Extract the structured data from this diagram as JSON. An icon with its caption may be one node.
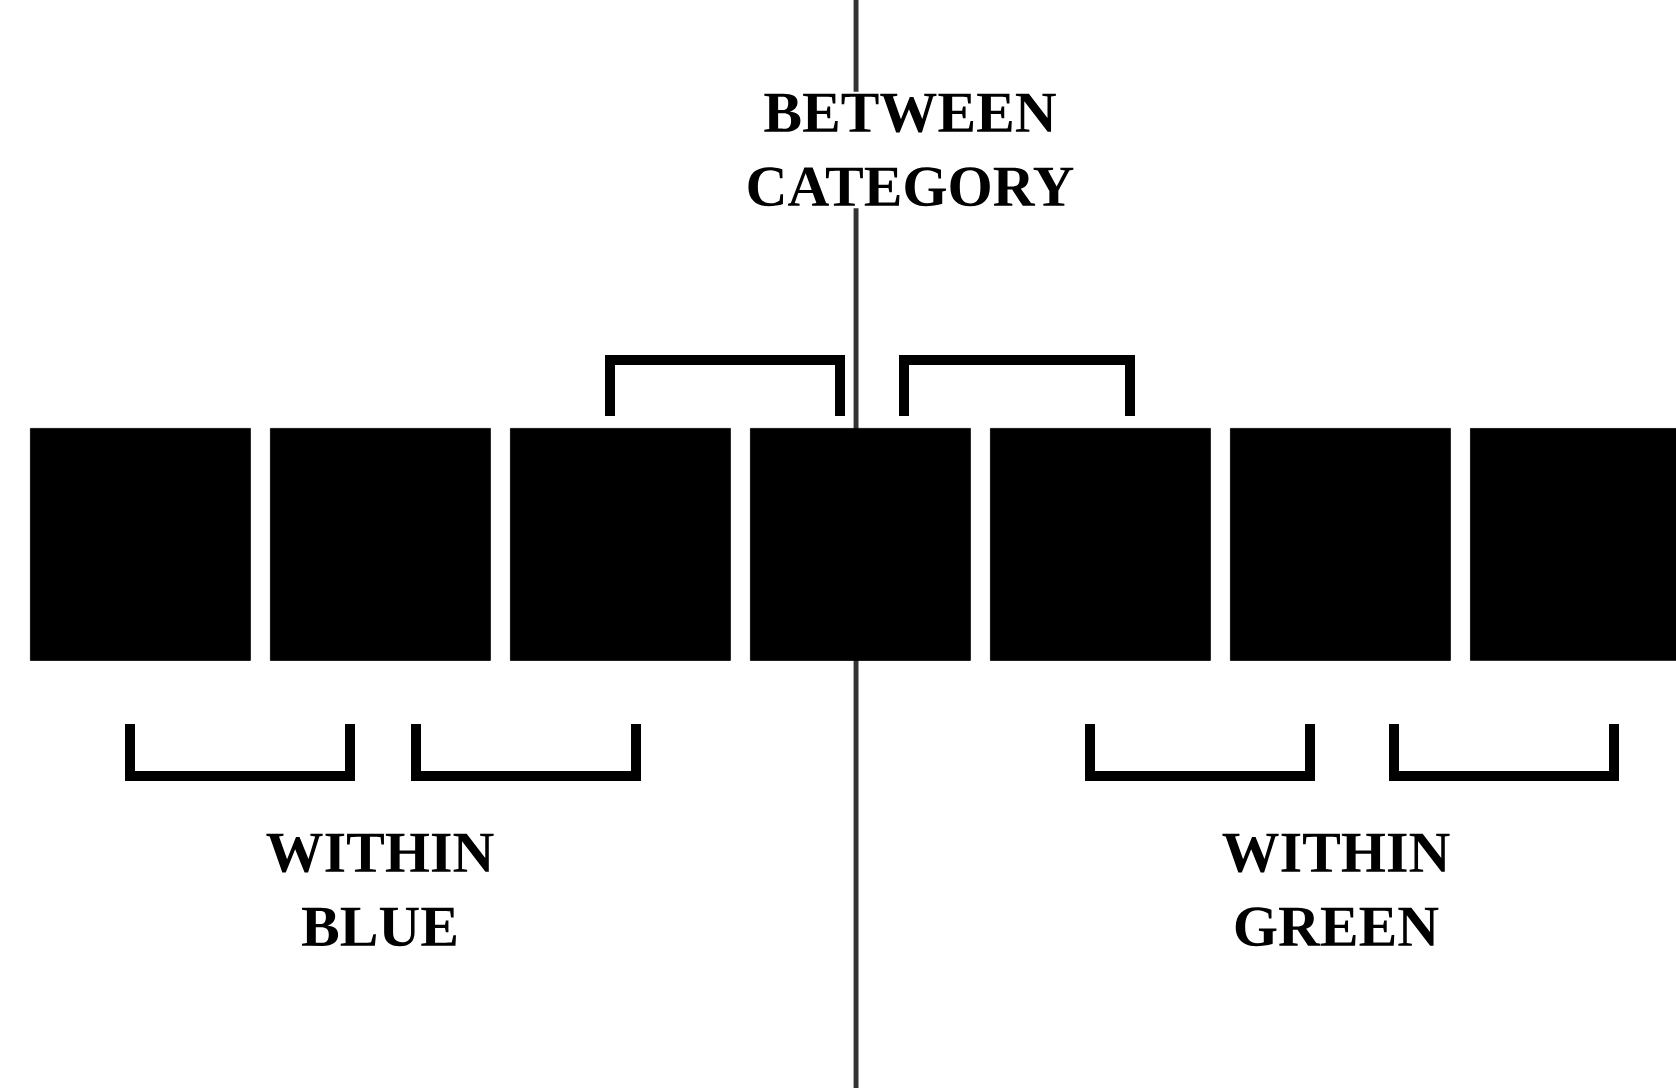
{
  "diagram": {
    "nodes": [
      {
        "text": [],
        "shape": "box"
      },
      {
        "text": [],
        "shape": "box"
      },
      {
        "text": [],
        "shape": "box"
      },
      {
        "text": [],
        "shape": "box"
      },
      {
        "text": [],
        "shape": "box"
      },
      {
        "text": [],
        "shape": "box"
      },
      {
        "text": [],
        "shape": "box"
      }
    ],
    "labels": [
      "BETWEEN CATEGORY",
      "WITHIN BLUE",
      "WITHIN GREEN"
    ]
  }
}
